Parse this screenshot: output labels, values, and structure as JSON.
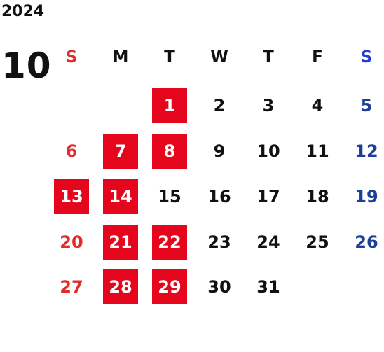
{
  "calendar": {
    "year": "2024",
    "month": "10",
    "colors": {
      "highlight_bg": "#e5051c",
      "highlight_text": "#ffffff",
      "weekday": "#111111",
      "sunday": "#e32b2b",
      "saturday": "#1c3f97",
      "saturday_header": "#1f3fcf"
    },
    "weekday_headers": [
      "S",
      "M",
      "T",
      "W",
      "T",
      "F",
      "S"
    ],
    "weeks": [
      [
        {
          "day": "",
          "highlight": false
        },
        {
          "day": "",
          "highlight": false
        },
        {
          "day": "1",
          "highlight": true
        },
        {
          "day": "2",
          "highlight": false
        },
        {
          "day": "3",
          "highlight": false
        },
        {
          "day": "4",
          "highlight": false
        },
        {
          "day": "5",
          "highlight": false
        }
      ],
      [
        {
          "day": "6",
          "highlight": false
        },
        {
          "day": "7",
          "highlight": true
        },
        {
          "day": "8",
          "highlight": true
        },
        {
          "day": "9",
          "highlight": false
        },
        {
          "day": "10",
          "highlight": false
        },
        {
          "day": "11",
          "highlight": false
        },
        {
          "day": "12",
          "highlight": false
        }
      ],
      [
        {
          "day": "13",
          "highlight": true
        },
        {
          "day": "14",
          "highlight": true
        },
        {
          "day": "15",
          "highlight": false
        },
        {
          "day": "16",
          "highlight": false
        },
        {
          "day": "17",
          "highlight": false
        },
        {
          "day": "18",
          "highlight": false
        },
        {
          "day": "19",
          "highlight": false
        }
      ],
      [
        {
          "day": "20",
          "highlight": false
        },
        {
          "day": "21",
          "highlight": true
        },
        {
          "day": "22",
          "highlight": true
        },
        {
          "day": "23",
          "highlight": false
        },
        {
          "day": "24",
          "highlight": false
        },
        {
          "day": "25",
          "highlight": false
        },
        {
          "day": "26",
          "highlight": false
        }
      ],
      [
        {
          "day": "27",
          "highlight": false
        },
        {
          "day": "28",
          "highlight": true
        },
        {
          "day": "29",
          "highlight": true
        },
        {
          "day": "30",
          "highlight": false
        },
        {
          "day": "31",
          "highlight": false
        },
        {
          "day": "",
          "highlight": false
        },
        {
          "day": "",
          "highlight": false
        }
      ]
    ]
  }
}
